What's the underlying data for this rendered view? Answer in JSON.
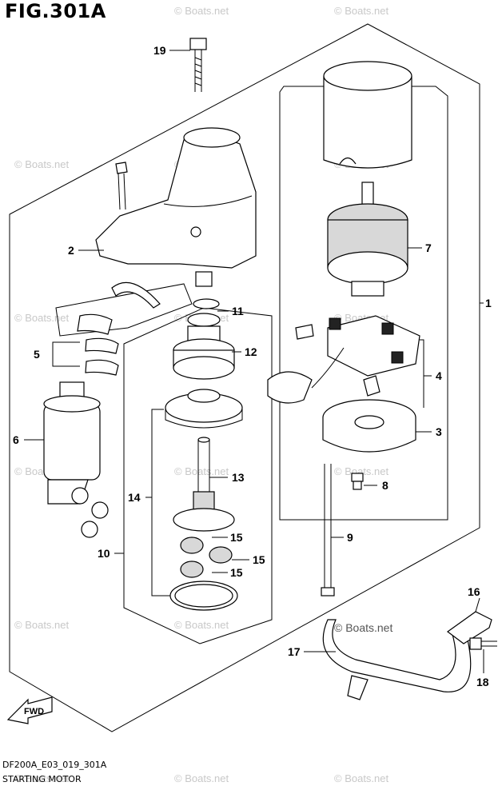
{
  "figure": {
    "title": "FIG.301A",
    "code": "DF200A_E03_019_301A",
    "name": "STARTING MOTOR"
  },
  "watermark": {
    "text": "© Boats.net",
    "prominent_text": "© Boats.net"
  },
  "fwd_label": "FWD",
  "callouts": [
    {
      "id": "c19",
      "label": "19"
    },
    {
      "id": "c2",
      "label": "2"
    },
    {
      "id": "c11",
      "label": "11"
    },
    {
      "id": "c12",
      "label": "12"
    },
    {
      "id": "c5",
      "label": "5"
    },
    {
      "id": "c6",
      "label": "6"
    },
    {
      "id": "c13",
      "label": "13"
    },
    {
      "id": "c14",
      "label": "14"
    },
    {
      "id": "c15a",
      "label": "15"
    },
    {
      "id": "c15b",
      "label": "15"
    },
    {
      "id": "c15c",
      "label": "15"
    },
    {
      "id": "c10",
      "label": "10"
    },
    {
      "id": "c7",
      "label": "7"
    },
    {
      "id": "c1",
      "label": "1"
    },
    {
      "id": "c4",
      "label": "4"
    },
    {
      "id": "c3",
      "label": "3"
    },
    {
      "id": "c8",
      "label": "8"
    },
    {
      "id": "c9",
      "label": "9"
    },
    {
      "id": "c16",
      "label": "16"
    },
    {
      "id": "c17",
      "label": "17"
    },
    {
      "id": "c18",
      "label": "18"
    }
  ]
}
